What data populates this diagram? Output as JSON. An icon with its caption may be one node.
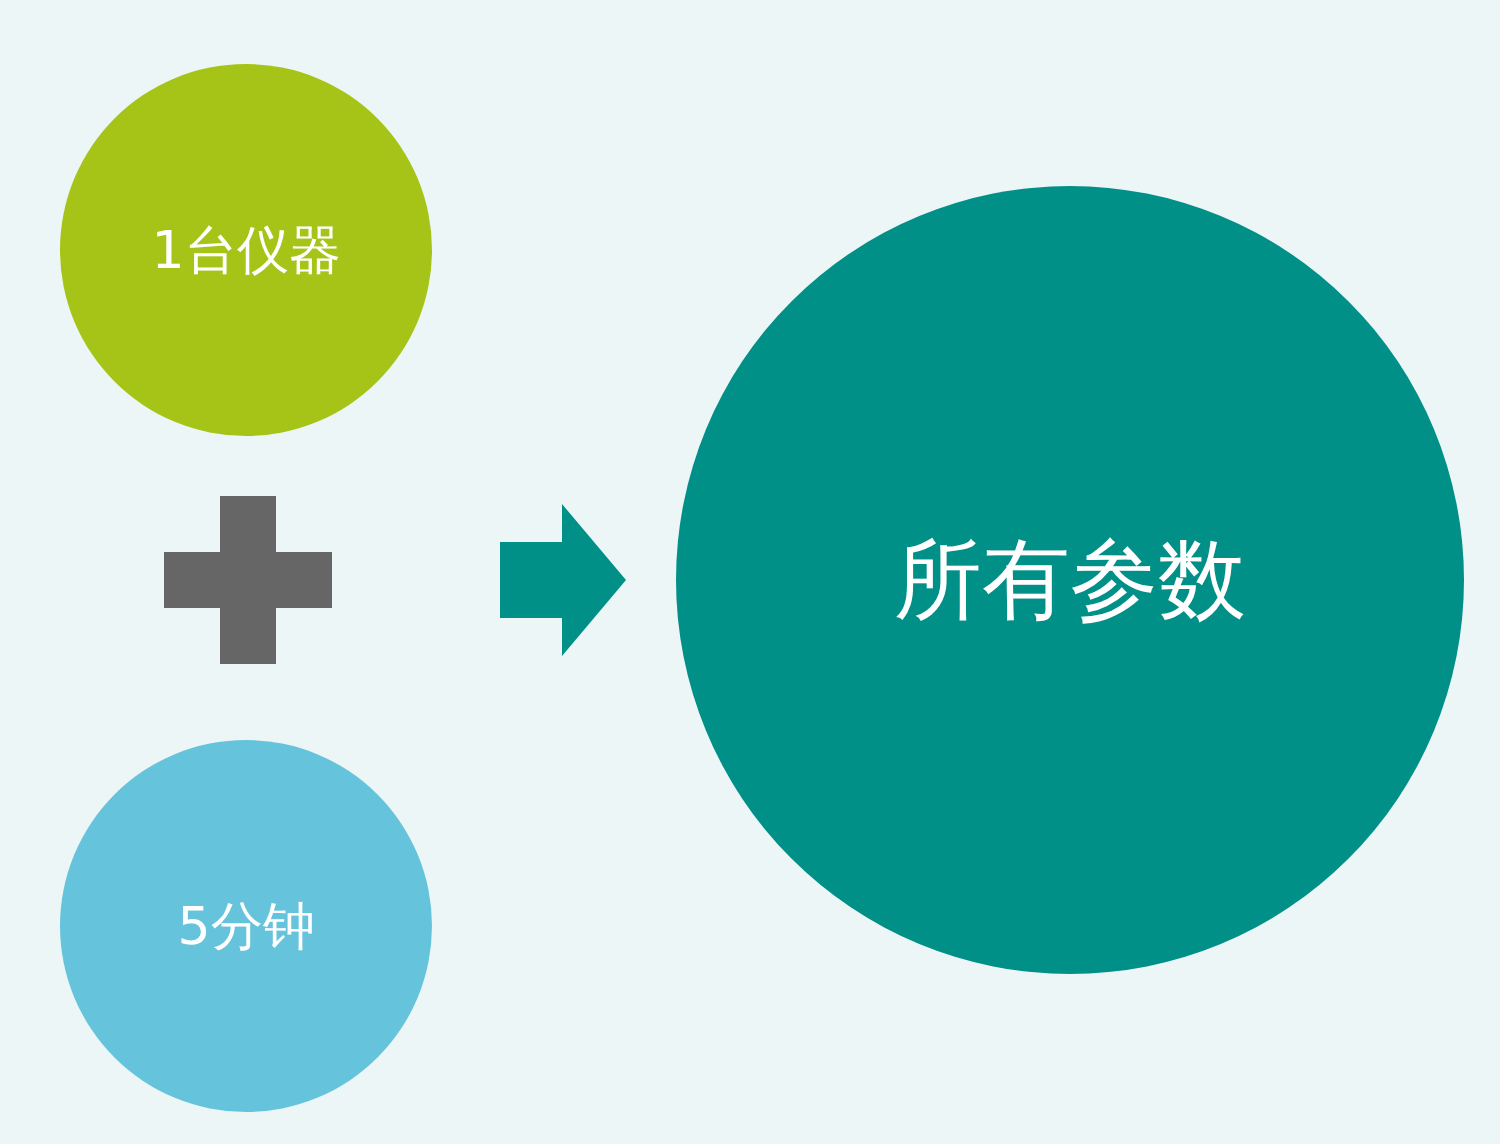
{
  "diagram": {
    "nodes": [
      {
        "text": [
          "1台仪器"
        ]
      },
      {
        "text": [
          "5分钟"
        ]
      },
      {
        "text": [
          "所有参数"
        ]
      }
    ],
    "edges": [
      {
        "from": null,
        "to": 2,
        "arrow": "to"
      }
    ]
  }
}
